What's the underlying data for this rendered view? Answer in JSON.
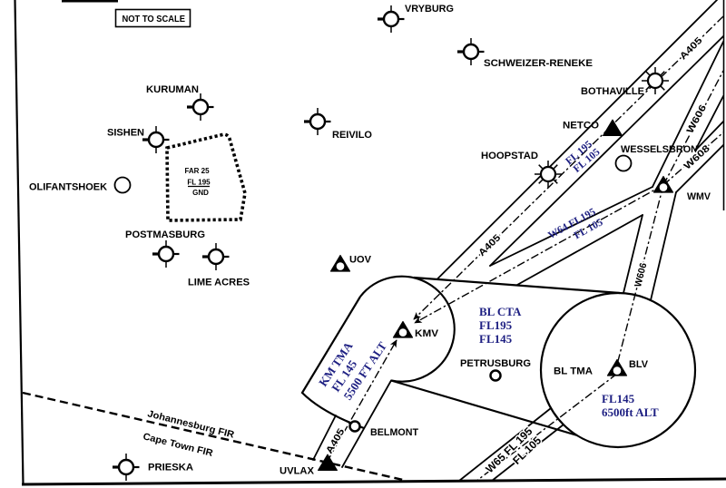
{
  "chart": {
    "note": "NOT TO SCALE",
    "colors": {
      "ink": "#000000",
      "annotation": "#1d1f82",
      "paper": "#ffffff"
    }
  },
  "aerodromes": {
    "vryburg": "VRYBURG",
    "schweizer_reneke": "SCHWEIZER-RENEKE",
    "kuruman": "KURUMAN",
    "reivilo": "REIVILO",
    "sishen": "SISHEN",
    "olifantshoek": "OLIFANTSHOEK",
    "postmasburg": "POSTMASBURG",
    "lime_acres": "LIME ACRES",
    "hoopstad": "HOOPSTAD",
    "bothaville": "BOTHAVILLE",
    "wesselsbron": "WESSELSBRON",
    "petrusburg": "PETRUSBURG",
    "belmont": "BELMONT",
    "prieska": "PRIESKA"
  },
  "navaids": {
    "uov": "UOV",
    "kmv": "KMV",
    "blv": "BLV",
    "wmv": "WMV"
  },
  "waypoints": {
    "netco": "NETCO",
    "uvlax": "UVLAX"
  },
  "airspace": {
    "far25": {
      "name": "FAR 25",
      "upper": "FL 195",
      "lower": "GND"
    },
    "km_tma": {
      "name": "KM TMA",
      "upper": "FL 145",
      "lower": "5500 FT ALT"
    },
    "bl_cta": {
      "name": "BL CTA",
      "upper": "FL195",
      "lower": "FL145"
    },
    "bl_tma": {
      "name": "BL TMA",
      "upper": "FL145",
      "lower": "6500ft ALT"
    }
  },
  "fir": {
    "north": "Johannesburg FIR",
    "south": "Cape Town FIR"
  },
  "airways": {
    "a405": {
      "name": "A405",
      "upper": "FL 195",
      "lower": "FL 105"
    },
    "w64": {
      "name": "W64",
      "upper": "FL195",
      "lower": "FL 105"
    },
    "w65": {
      "name": "W65",
      "upper": "FL 195",
      "lower": "FL 105"
    },
    "blv_wmv": {
      "name": "W606"
    },
    "wmv_north": {
      "name": "W606"
    },
    "wmv_northeast": {
      "name": "W608"
    }
  },
  "symbols": {
    "aerodrome": "aerodrome-ring-icon",
    "aerodrome_major": "aerodrome-sun-icon",
    "ndb": "ndb-circle-icon",
    "minor_aerodrome": "small-ring-icon",
    "vor_dme": "vor-dme-triangle-icon",
    "reporting_point": "filled-triangle-icon"
  }
}
